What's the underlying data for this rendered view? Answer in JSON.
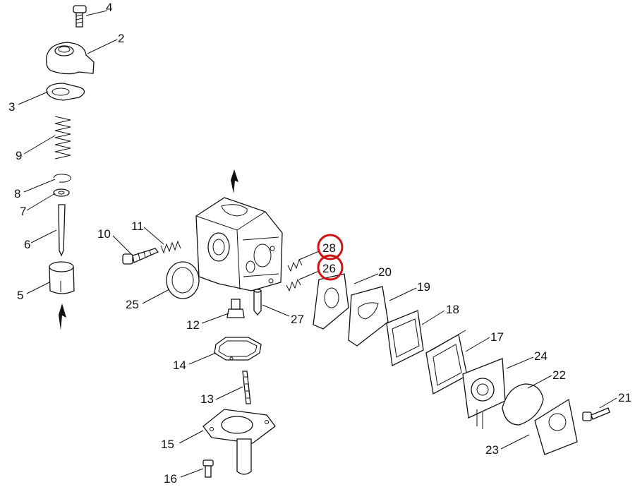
{
  "title": "",
  "colors": {
    "highlight_ring": "#d11212",
    "line": "#111111",
    "background": "#ffffff"
  },
  "highlighted_callouts": [
    "28",
    "26"
  ],
  "callouts": {
    "c1": "4",
    "c2": "2",
    "c3": "3",
    "c4": "9",
    "c5": "8",
    "c6": "7",
    "c7": "6",
    "c8": "5",
    "c9": "10",
    "c10": "11",
    "c11": "25",
    "c12": "12",
    "c13": "27",
    "c14": "28",
    "c15": "26",
    "c16": "20",
    "c17": "19",
    "c18": "18",
    "c19": "17",
    "c20": "24",
    "c21": "22",
    "c22": "21",
    "c23": "23",
    "c24": "14",
    "c25": "13",
    "c26": "15",
    "c27": "16"
  }
}
